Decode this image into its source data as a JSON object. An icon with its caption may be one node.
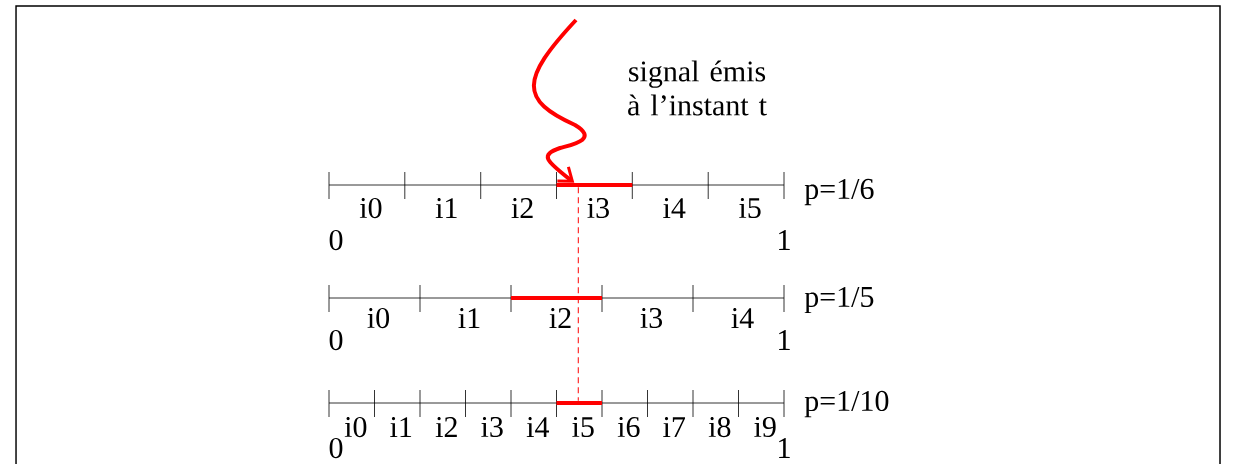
{
  "diagram": {
    "nodes": [
      {
        "text": [],
        "shape": "bar"
      },
      {
        "text": [],
        "shape": "bar"
      },
      {
        "text": [],
        "shape": "bar"
      }
    ],
    "edges": [
      {
        "from": null,
        "to": 0,
        "arrow": "to",
        "style": "thick"
      },
      {
        "from": 0,
        "to": 2,
        "arrow": "none",
        "style": "dashed"
      }
    ],
    "labels": [
      "signal émis à l’instant t",
      "i0",
      "i1",
      "i2",
      "i3",
      "i4",
      "i5",
      "p=1/6",
      "0",
      "1",
      "i0",
      "i1",
      "i2",
      "i3",
      "i4",
      "p=1/5",
      "0",
      "1",
      "i0",
      "i1",
      "i2",
      "i3",
      "i4",
      "i5",
      "i6",
      "i7",
      "i8",
      "i9",
      "p=1/10",
      "0",
      "1"
    ]
  }
}
